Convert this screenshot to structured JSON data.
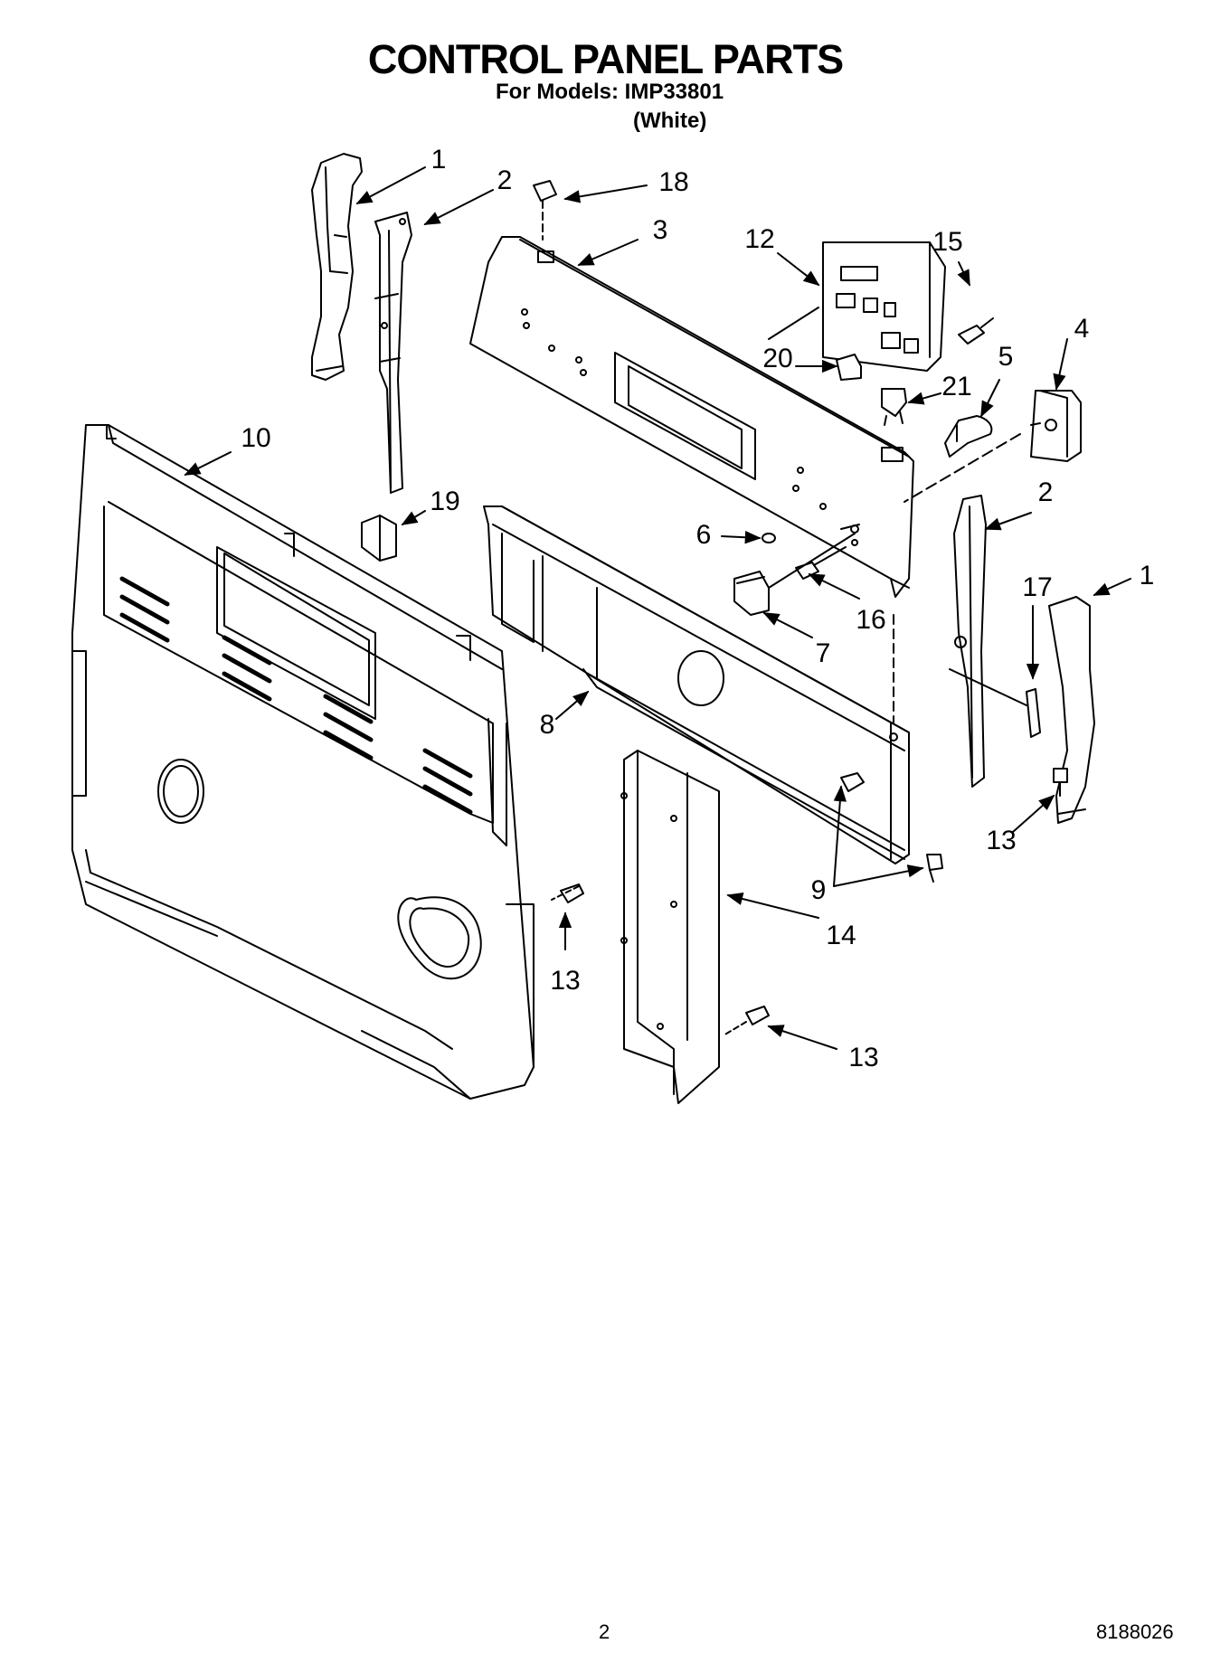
{
  "header": {
    "title": "CONTROL PANEL PARTS",
    "models": "For Models: IMP33801",
    "color": "(White)"
  },
  "callouts": [
    "1",
    "2",
    "18",
    "3",
    "12",
    "15",
    "4",
    "20",
    "21",
    "5",
    "10",
    "19",
    "6",
    "2",
    "16",
    "7",
    "17",
    "1",
    "8",
    "13",
    "9",
    "14",
    "13",
    "13"
  ],
  "footer": {
    "page": "2",
    "doc_number": "8188026"
  }
}
